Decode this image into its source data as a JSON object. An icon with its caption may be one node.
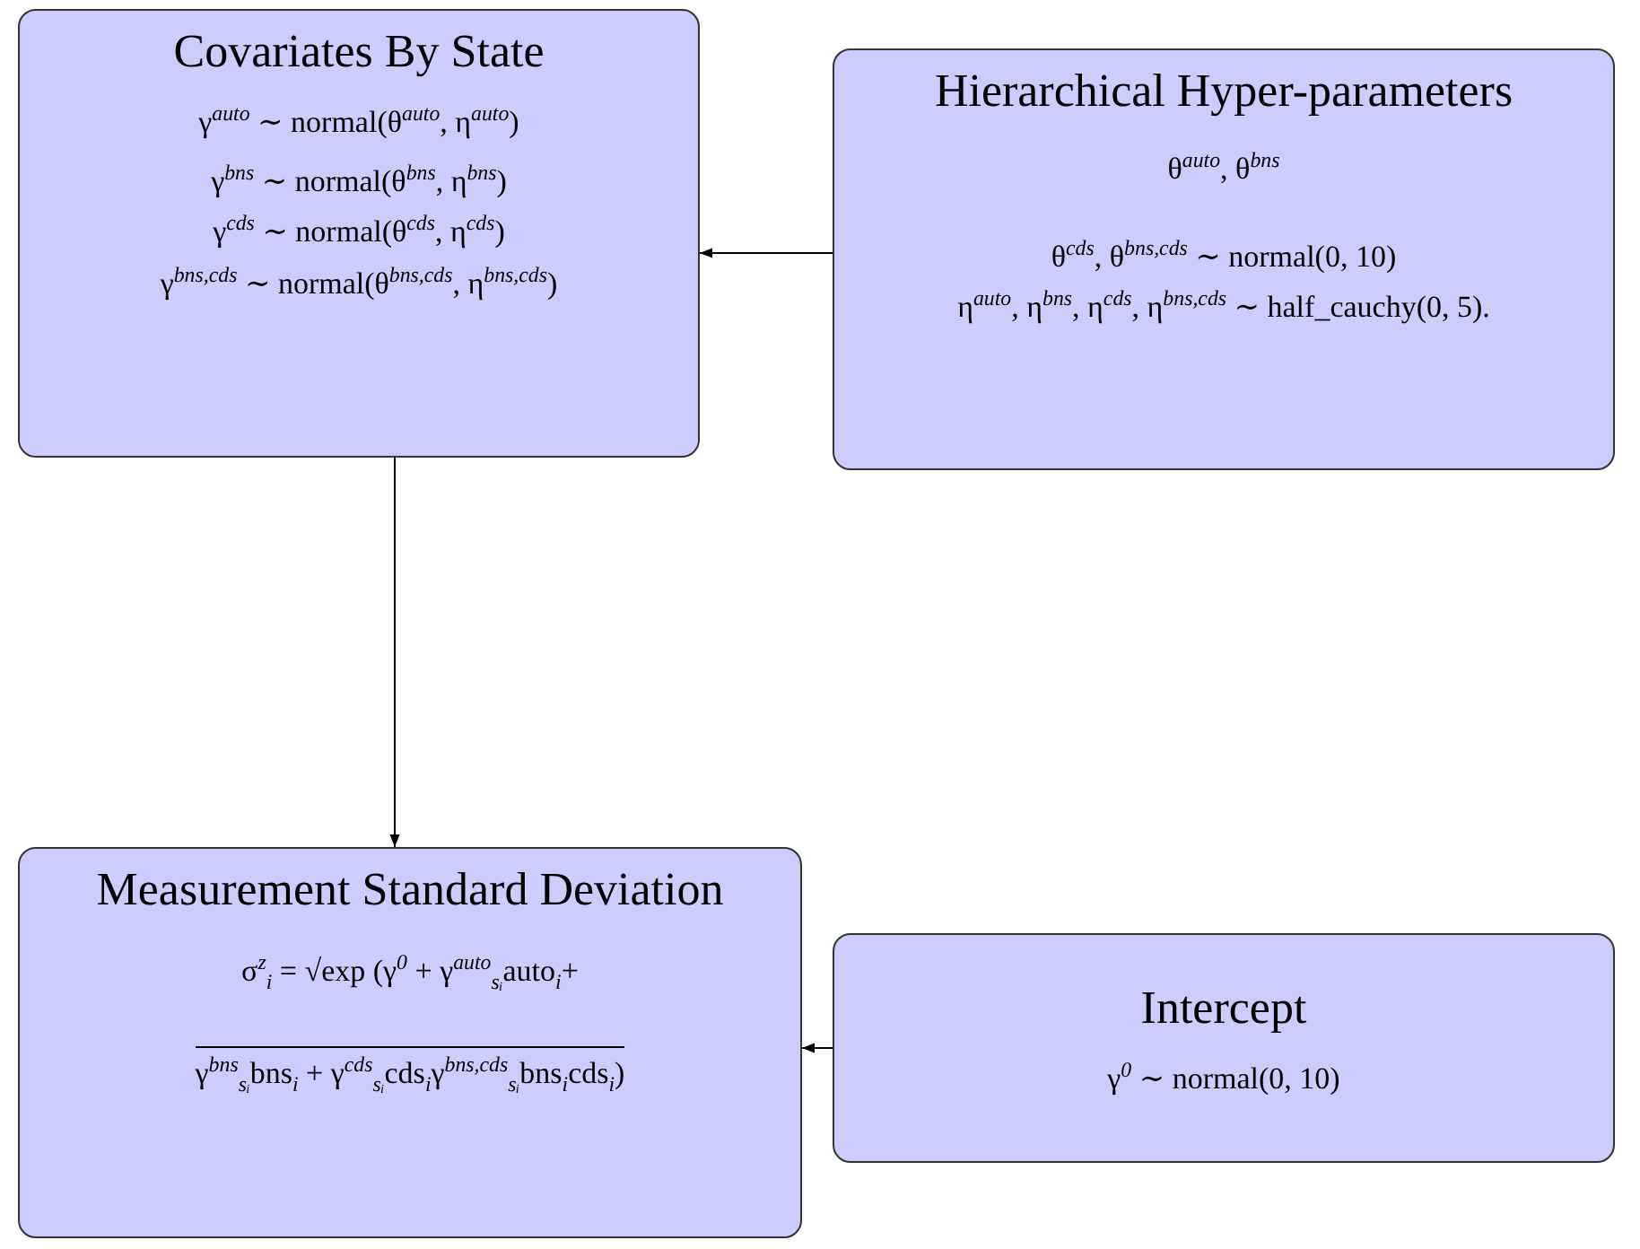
{
  "diagram": {
    "nodes": [
      {
        "text": [
          "Covariates By State",
          "γ$^{auto}$ ∼ normal(θ$^{auto}$, η$^{auto}$)",
          "γ$^{bns}$ ∼ normal(θ$^{bns}$, η$^{bns}$)",
          "γ$^{cds}$ ∼ normal(θ$^{cds}$, η$^{cds}$)",
          "γ$^{bns,cds}$ ∼ normal(θ$^{bns,cds}$, η$^{bns,cds}$)"
        ]
      },
      {
        "text": [
          "Hierarchical Hyper-parameters",
          "θ$^{auto}$, θ$^{bns}$",
          "θ$^{cds}$, θ$^{bns,cds}$ ∼ normal(0, 10)",
          "η$^{auto}$, η$^{bns}$, η$^{cds}$, η$^{bns,cds}$ ∼ half_cauchy(0, 5)."
        ]
      },
      {
        "text": [
          "Measurement Standard Deviation",
          "σ$^{z}$$_{i}$ = √exp (γ$^{0}$ + γ$^{auto}$$_{sᵢ}$auto$_{i}$+",
          "γ$^{bns}$$_{sᵢ}$bns$_{i}$ + γ$^{cds}$$_{sᵢ}$cds$_{i}$γ$^{bns,cds}$$_{sᵢ}$bns$_{i}$cds$_{i}$)"
        ]
      },
      {
        "text": [
          "Intercept",
          "γ$^{0}$ ∼ normal(0, 10)"
        ]
      }
    ],
    "edges": [
      {
        "from": 1,
        "to": 0,
        "arrow": "to"
      },
      {
        "from": 0,
        "to": 2,
        "arrow": "to"
      },
      {
        "from": 3,
        "to": 2,
        "arrow": "to"
      }
    ]
  }
}
